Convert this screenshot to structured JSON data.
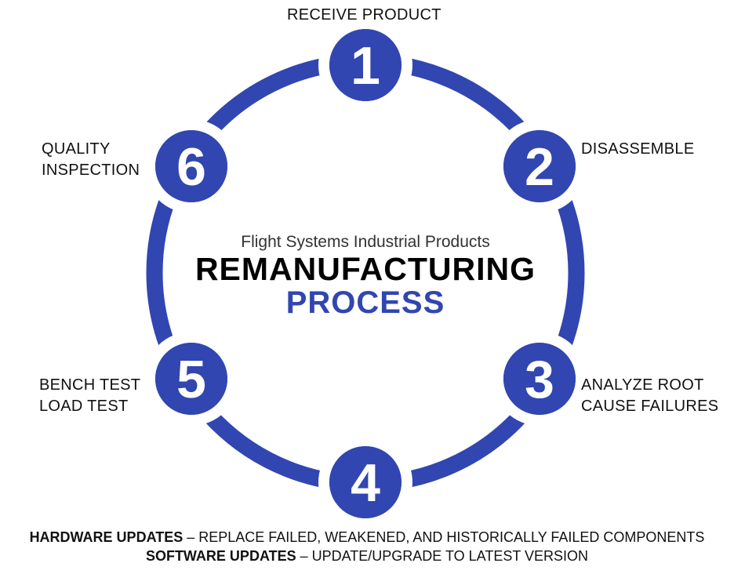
{
  "colors": {
    "accent": "#3146b0"
  },
  "subtitle": "Flight Systems Industrial Products",
  "title_line1": "REMANUFACTURING",
  "title_line2": "PROCESS",
  "steps": [
    {
      "num": "1",
      "label1": "RECEIVE PRODUCT",
      "label2": ""
    },
    {
      "num": "2",
      "label1": "DISASSEMBLE",
      "label2": ""
    },
    {
      "num": "3",
      "label1": "ANALYZE ROOT",
      "label2": "CAUSE FAILURES"
    },
    {
      "num": "4",
      "label1": "",
      "label2": ""
    },
    {
      "num": "5",
      "label1": "BENCH TEST",
      "label2": "LOAD TEST"
    },
    {
      "num": "6",
      "label1": "QUALITY",
      "label2": "INSPECTION"
    }
  ],
  "footer": [
    {
      "bold": "HARDWARE UPDATES",
      "text": " – REPLACE FAILED, WEAKENED, AND HISTORICALLY FAILED COMPONENTS"
    },
    {
      "bold": "SOFTWARE UPDATES",
      "text": " – UPDATE/UPGRADE TO LATEST VERSION"
    }
  ]
}
